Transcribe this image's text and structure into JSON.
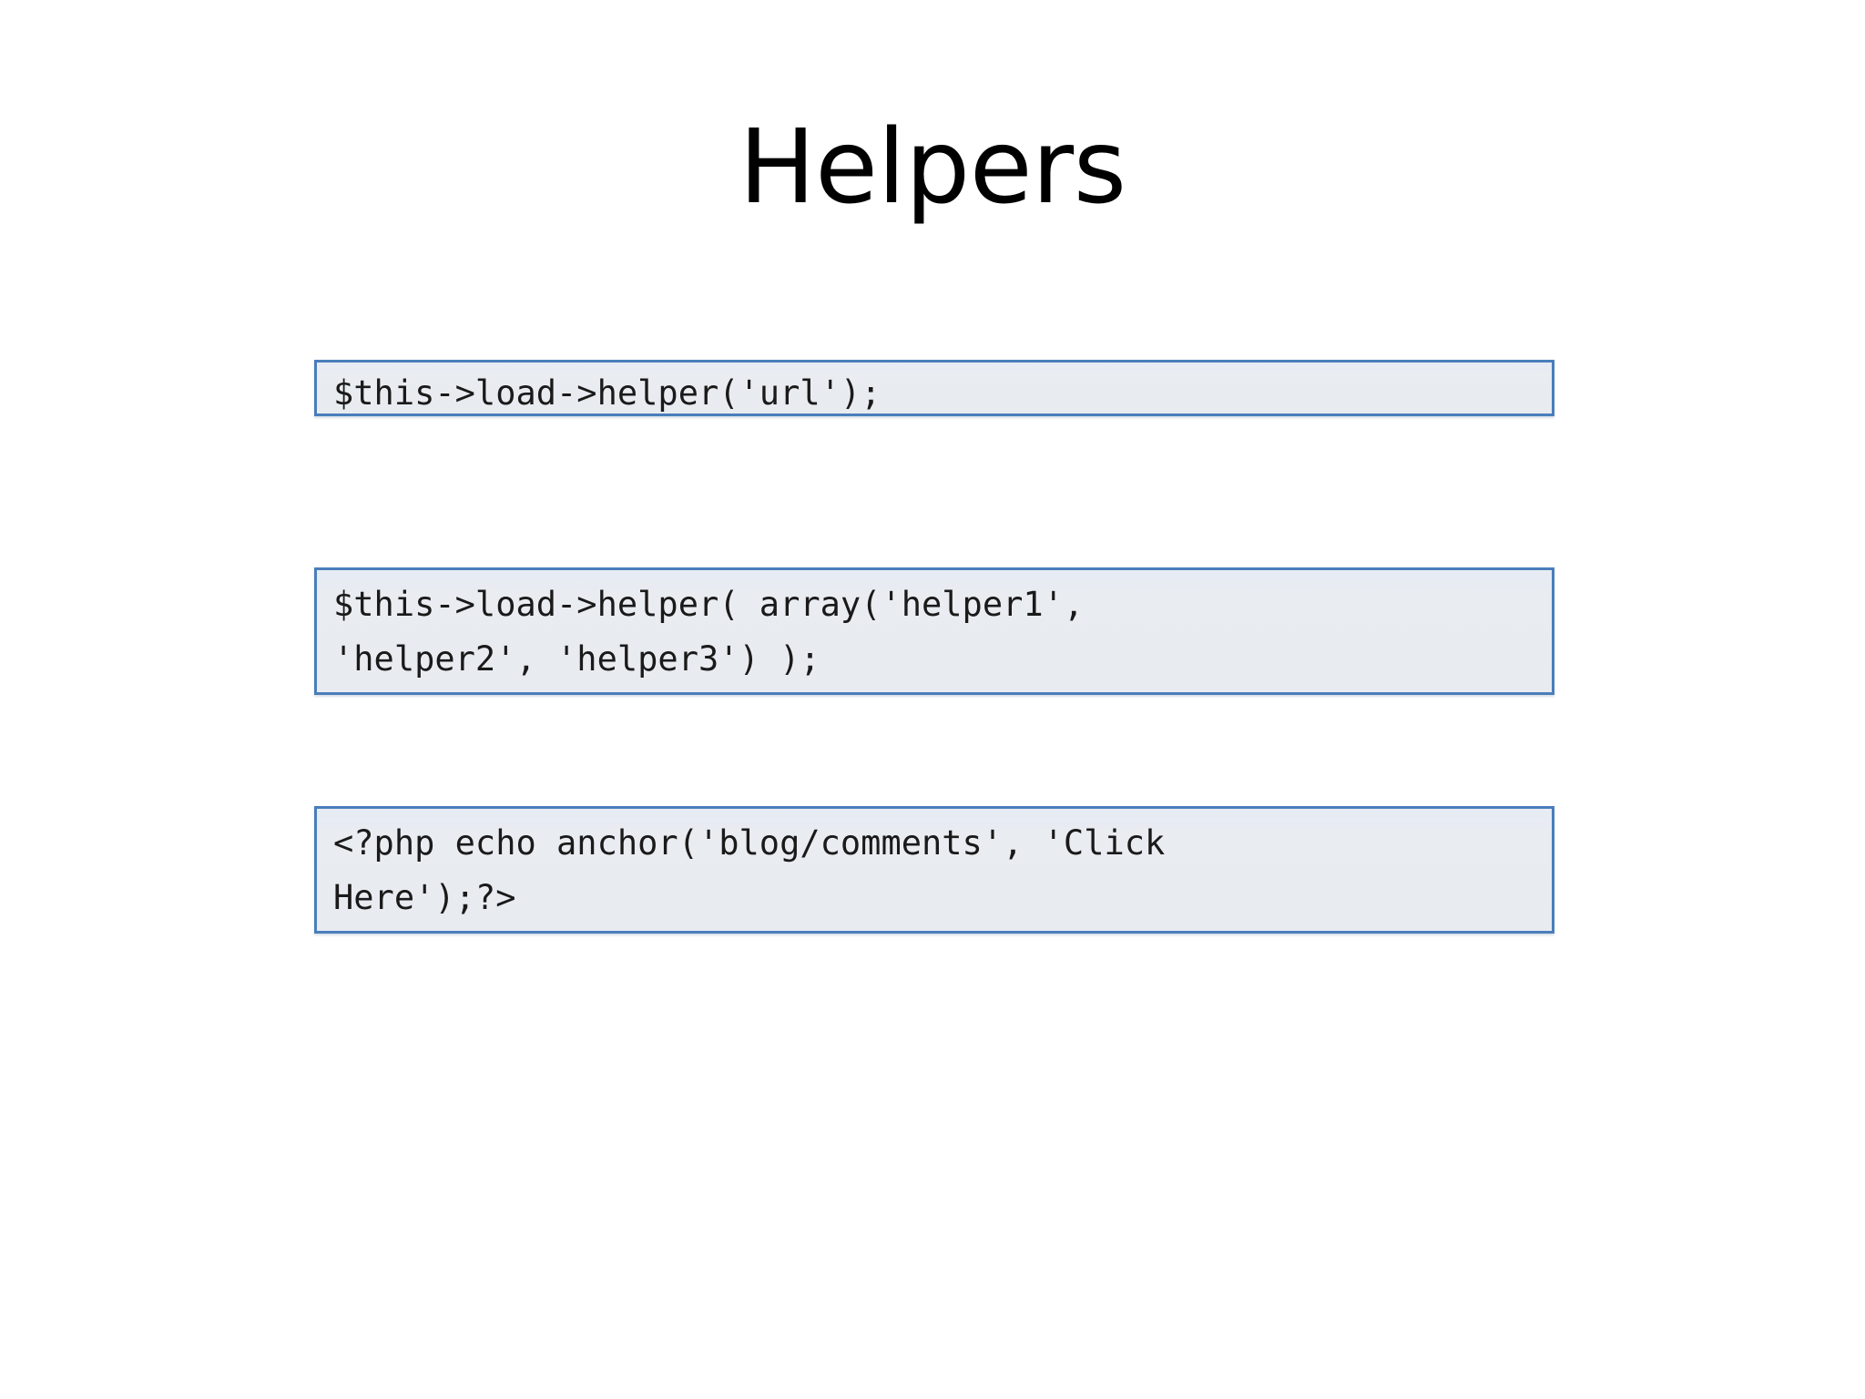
{
  "slide": {
    "title": "Helpers",
    "background_color": "#ffffff",
    "title_color": "#000000"
  },
  "theme": {
    "code_border_color": "#4a7ebb",
    "code_background_color": "#e8ebf1",
    "code_text_color": "#1a1a1a"
  },
  "code_boxes": [
    {
      "id": "code-box-1",
      "lines": [
        "$this->load->helper('url');"
      ],
      "text": "$this->load->helper('url');"
    },
    {
      "id": "code-box-2",
      "lines": [
        "$this->load->helper( array('helper1',",
        "'helper2', 'helper3') );"
      ],
      "text": "$this->load->helper( array('helper1', 'helper2', 'helper3') );"
    },
    {
      "id": "code-box-3",
      "lines": [
        "<?php echo anchor('blog/comments', 'Click",
        "Here');?>"
      ],
      "text": "<?php echo anchor('blog/comments', 'Click Here');?>"
    }
  ]
}
